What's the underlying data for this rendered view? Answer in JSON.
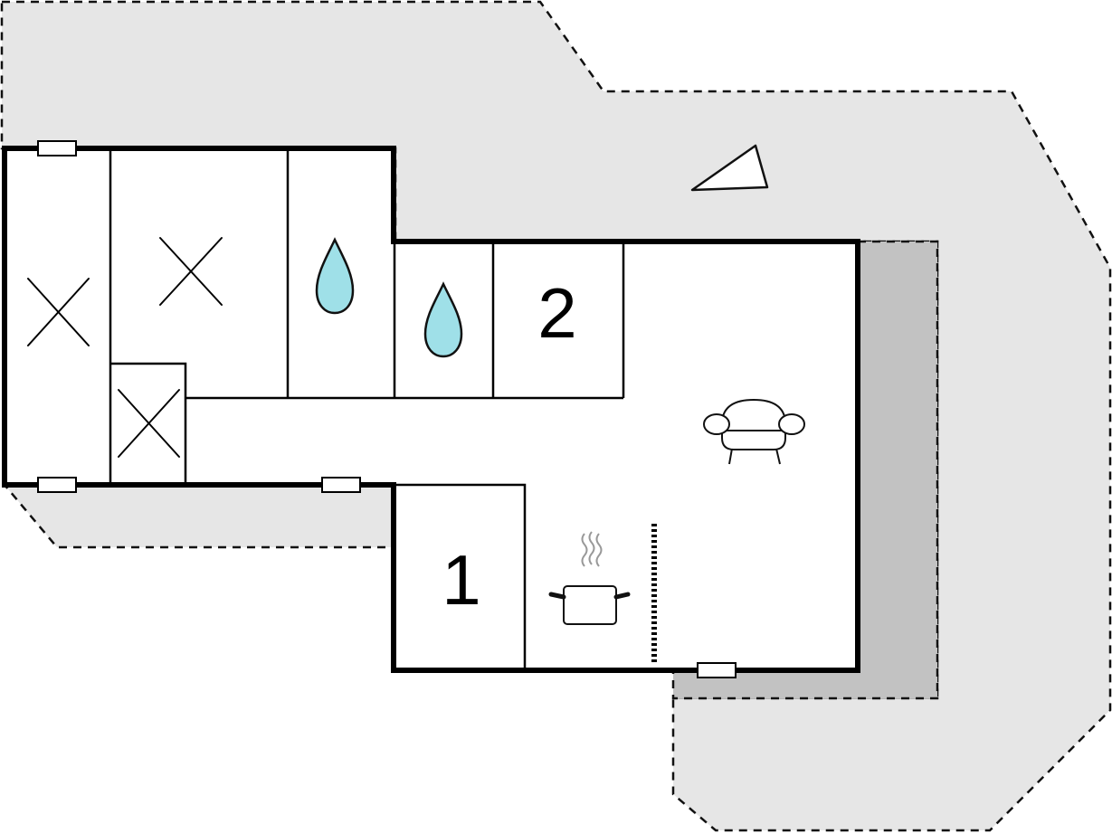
{
  "floorplan": {
    "rooms": [
      {
        "id": "bedroom-1",
        "label": "1"
      },
      {
        "id": "bedroom-2",
        "label": "2"
      }
    ],
    "icons": [
      "window-icon",
      "no-access-cross-icon",
      "water-drop-icon",
      "armchair-icon",
      "cooking-pot-icon",
      "stove-counter-icon",
      "compass-triangle-icon"
    ],
    "colors": {
      "terrace": "#e6e6e6",
      "covered_terrace": "#c2c2c2",
      "wall": "#000000",
      "water": "#9fe0e8",
      "outline": "#111111"
    }
  }
}
